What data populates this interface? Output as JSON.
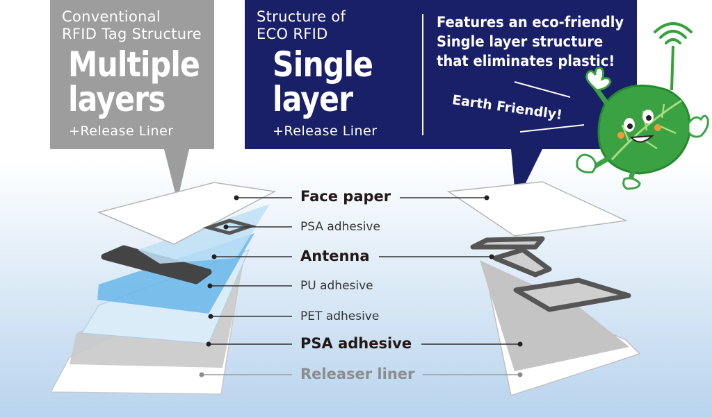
{
  "conventional": {
    "subtitle_line1": "Conventional",
    "subtitle_line2": "RFID Tag Structure",
    "heading_line1": "Multiple",
    "heading_line2": "layers",
    "release": "+Release Liner"
  },
  "eco": {
    "subtitle_line1": "Structure of",
    "subtitle_line2": "ECO RFID",
    "heading_line1": "Single",
    "heading_line2": "layer",
    "release": "+Release Liner",
    "feature_line1": "Features an eco-friendly",
    "feature_line2": "Single layer structure",
    "feature_line3": "that eliminates plastic!",
    "slogan": "Earth Friendly!"
  },
  "labels": {
    "face_paper": "Face paper",
    "psa_adhesive_thin": "PSA adhesive",
    "antenna": "Antenna",
    "pu_adhesive": "PU adhesive",
    "pet_adhesive": "PET adhesive",
    "psa_adhesive": "PSA adhesive",
    "releaser_liner": "Releaser liner"
  },
  "colors": {
    "conventional_box": "#9d9d9d",
    "eco_box": "#1a2068",
    "leaf": "#3ba244"
  }
}
